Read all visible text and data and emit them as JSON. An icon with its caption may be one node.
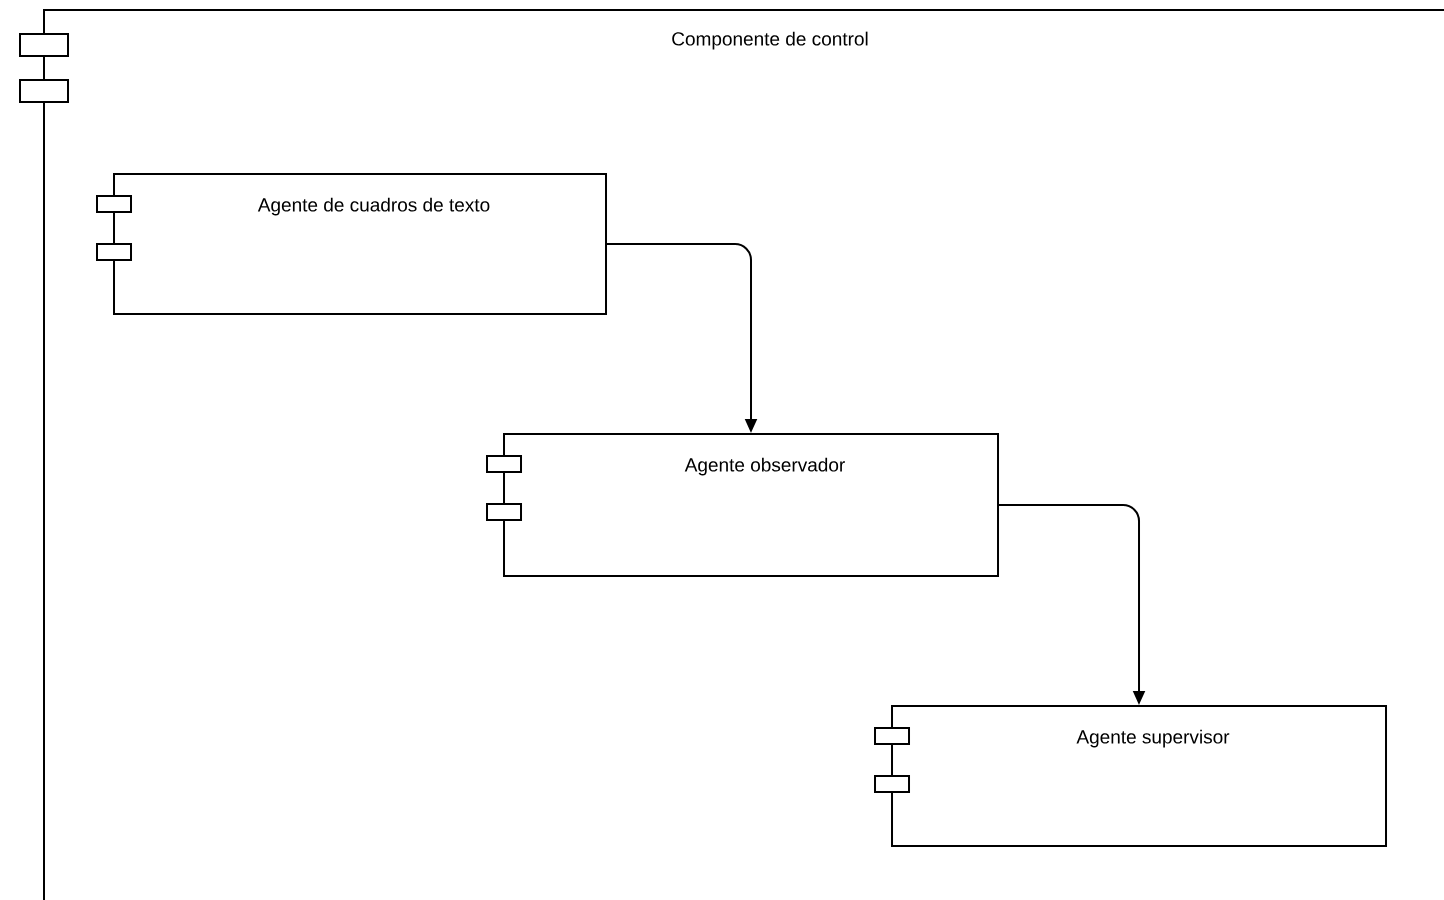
{
  "diagram": {
    "nodes": [
      {
        "text": [
          "Componente de control"
        ]
      },
      {
        "text": [
          "Agente de cuadros de texto"
        ],
        "in": 0
      },
      {
        "text": [
          "Agente observador"
        ],
        "in": 0
      },
      {
        "text": [
          "Agente supervisor"
        ],
        "in": 0
      }
    ],
    "edges": [
      {
        "from": 1,
        "to": 2,
        "arrow": "to"
      },
      {
        "from": 2,
        "to": 3,
        "arrow": "to"
      }
    ]
  }
}
